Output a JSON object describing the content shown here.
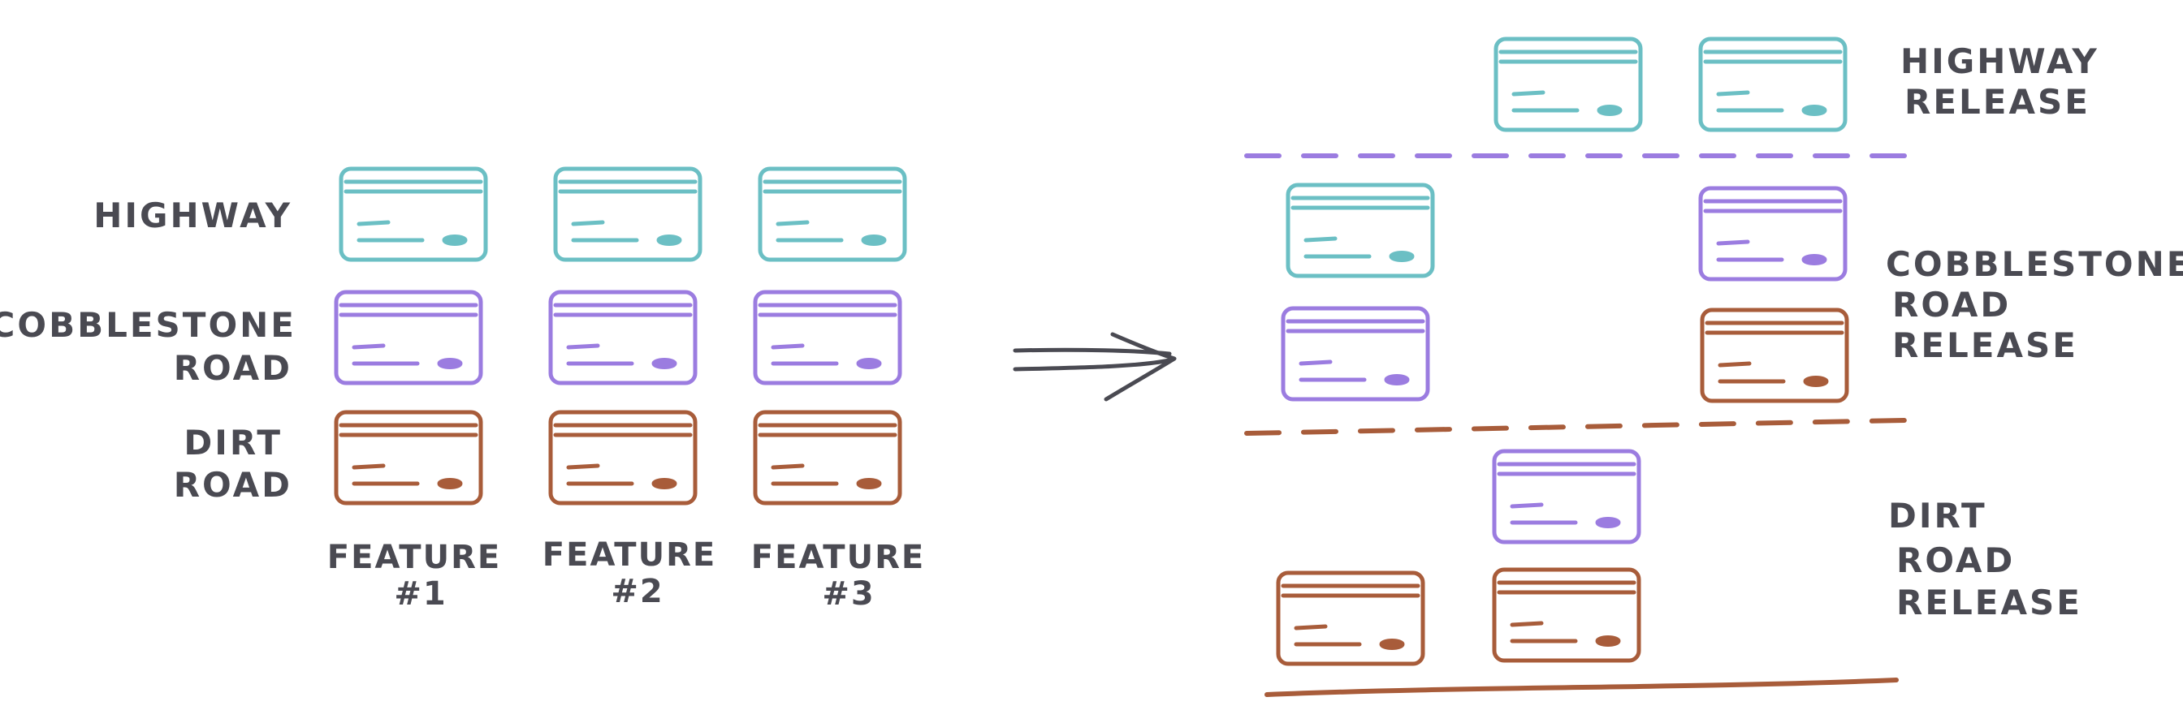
{
  "colors": {
    "highway": "#6bbfc4",
    "cobblestone": "#9b7ce0",
    "dirt": "#a85c3a",
    "ink": "#4a4a52"
  },
  "left": {
    "row_labels": {
      "highway": "HIGHWAY",
      "cobblestone_1": "COBBLESTONE",
      "cobblestone_2": "ROAD",
      "dirt_1": "DIRT",
      "dirt_2": "ROAD"
    },
    "features": [
      {
        "line1": "FEATURE",
        "line2": "#1"
      },
      {
        "line1": "FEATURE",
        "line2": "#2"
      },
      {
        "line1": "FEATURE",
        "line2": "#3"
      }
    ]
  },
  "right": {
    "highway_release": {
      "line1": "HIGHWAY",
      "line2": "RELEASE"
    },
    "cobblestone_release": {
      "line1": "COBBLESTONE",
      "line2": "ROAD",
      "line3": "RELEASE"
    },
    "dirt_release": {
      "line1": "DIRT",
      "line2": "ROAD",
      "line3": "RELEASE"
    }
  }
}
